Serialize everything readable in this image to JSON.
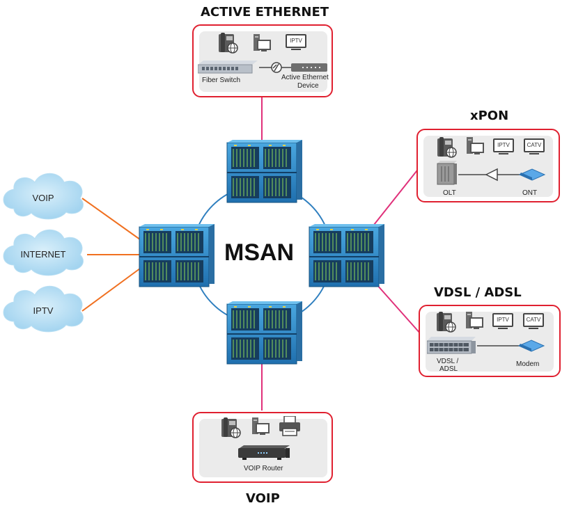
{
  "center_label": "MSAN",
  "clouds": [
    {
      "label": "VOIP"
    },
    {
      "label": "INTERNET"
    },
    {
      "label": "IPTV"
    }
  ],
  "active_ethernet": {
    "title": "ACTIVE ETHERNET",
    "tv_label": "IPTV",
    "switch_label": "Fiber Switch",
    "device_label_1": "Active Ethernet",
    "device_label_2": "Device"
  },
  "xpon": {
    "title": "xPON",
    "tv1_label": "IPTV",
    "tv2_label": "CATV",
    "olt_label": "OLT",
    "ont_label": "ONT"
  },
  "vdsl": {
    "title": "VDSL / ADSL",
    "tv1_label": "IPTV",
    "tv2_label": "CATV",
    "dslam_label_1": "VDSL /",
    "dslam_label_2": "ADSL",
    "modem_label": "Modem"
  },
  "voip": {
    "title": "VOIP",
    "router_label": "VOIP Router"
  },
  "colors": {
    "box_border": "#e02030",
    "ring": "#2f7fbf",
    "pink_link": "#e0307a",
    "orange_link": "#f07020",
    "cloud": "#a8d8f0"
  }
}
